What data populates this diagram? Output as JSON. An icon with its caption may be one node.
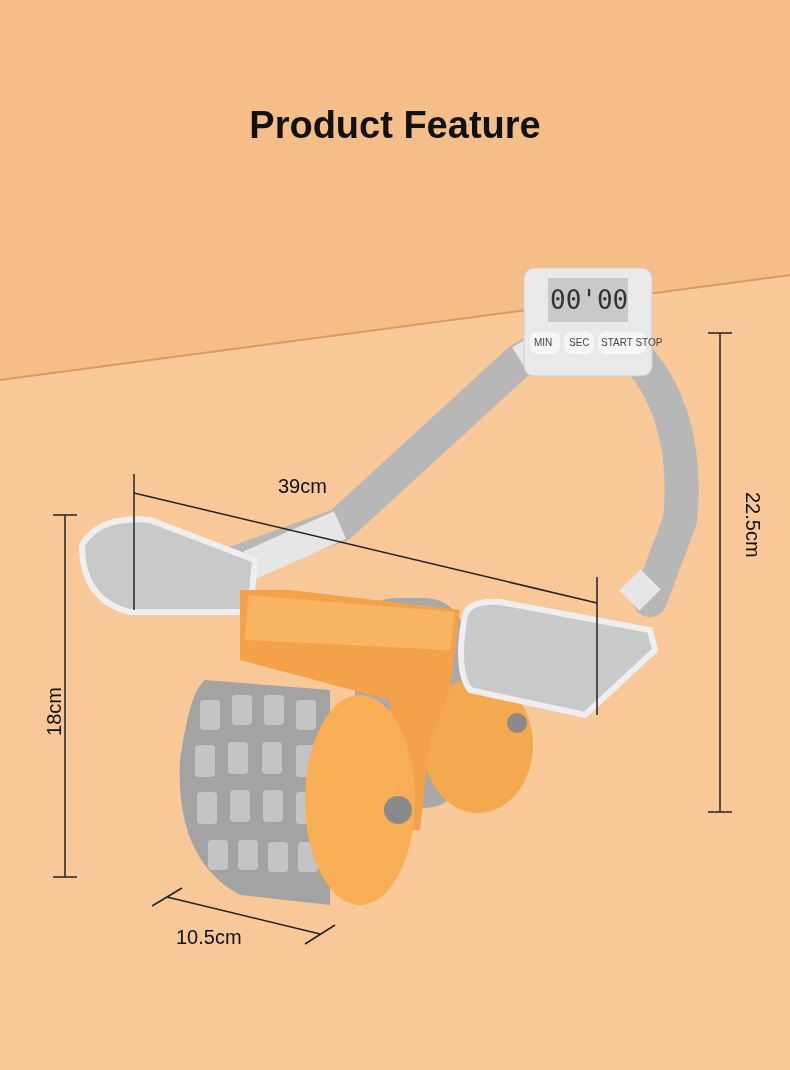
{
  "diagram": {
    "title": "Product Feature",
    "labels": [
      "00'00",
      "MIN",
      "SEC",
      "START STOP",
      "39cm",
      "22.5cm",
      "18cm",
      "10.5cm"
    ]
  }
}
